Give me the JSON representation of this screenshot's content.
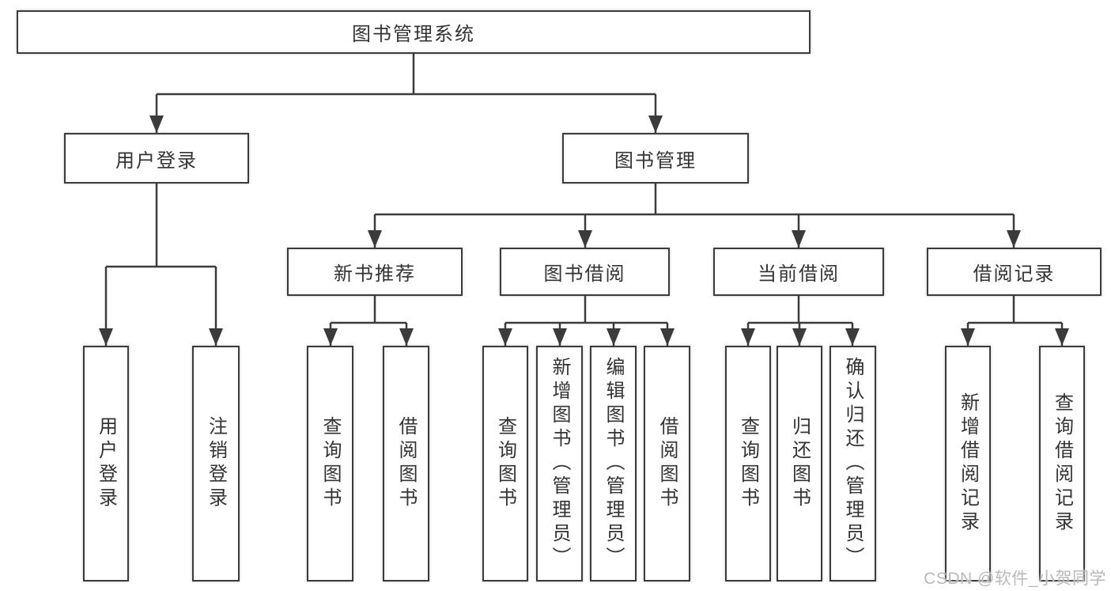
{
  "tree": {
    "label": "图书管理系统",
    "children": [
      {
        "label": "用户登录",
        "children": [
          {
            "label": "用户登录"
          },
          {
            "label": "注销登录"
          }
        ]
      },
      {
        "label": "图书管理",
        "children": [
          {
            "label": "新书推荐",
            "children": [
              {
                "label": "查询图书"
              },
              {
                "label": "借阅图书"
              }
            ]
          },
          {
            "label": "图书借阅",
            "children": [
              {
                "label": "查询图书"
              },
              {
                "label": "新增图书（管理员）"
              },
              {
                "label": "编辑图书（管理员）"
              },
              {
                "label": "借阅图书"
              }
            ]
          },
          {
            "label": "当前借阅",
            "children": [
              {
                "label": "查询图书"
              },
              {
                "label": "归还图书"
              },
              {
                "label": "确认归还（管理员）"
              }
            ]
          },
          {
            "label": "借阅记录",
            "children": [
              {
                "label": "新增借阅记录"
              },
              {
                "label": "查询借阅记录"
              }
            ]
          }
        ]
      }
    ]
  },
  "watermark": {
    "text": "CSDN @软件_小贺同学"
  },
  "colors": {
    "line": "#3b3b3b",
    "text": "#333333",
    "watermark": "#b9b9b9",
    "bg": "#ffffff"
  }
}
